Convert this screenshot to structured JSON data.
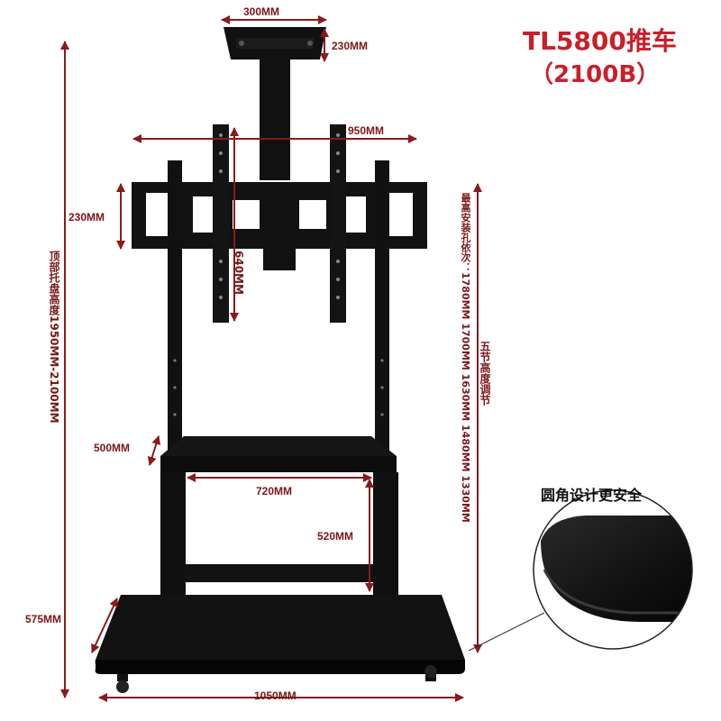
{
  "title": {
    "line1": "TL5800推车",
    "line2": "（2100B）"
  },
  "dimensions": {
    "tray_width": "300MM",
    "tray_depth": "230MM",
    "mount_width": "950MM",
    "mount_height": "230MM",
    "vertical_span": "640MM",
    "shelf_depth": "500MM",
    "inner_width": "720MM",
    "inner_height": "520MM",
    "base_depth": "575MM",
    "base_width": "1050MM"
  },
  "side_notes": {
    "top_tray_height": "顶部托盘高度1950MM-2100MM",
    "max_install_holes": "最高安装孔依次：1780MM 1700MM 1630MM 1480MM 1330MM",
    "five_level_adjust": "五节高度调节"
  },
  "callout": {
    "label": "圆角设计更安全"
  },
  "colors": {
    "accent": "#c8202a",
    "dimension": "#7a1618",
    "product": "#0d0d0d"
  }
}
